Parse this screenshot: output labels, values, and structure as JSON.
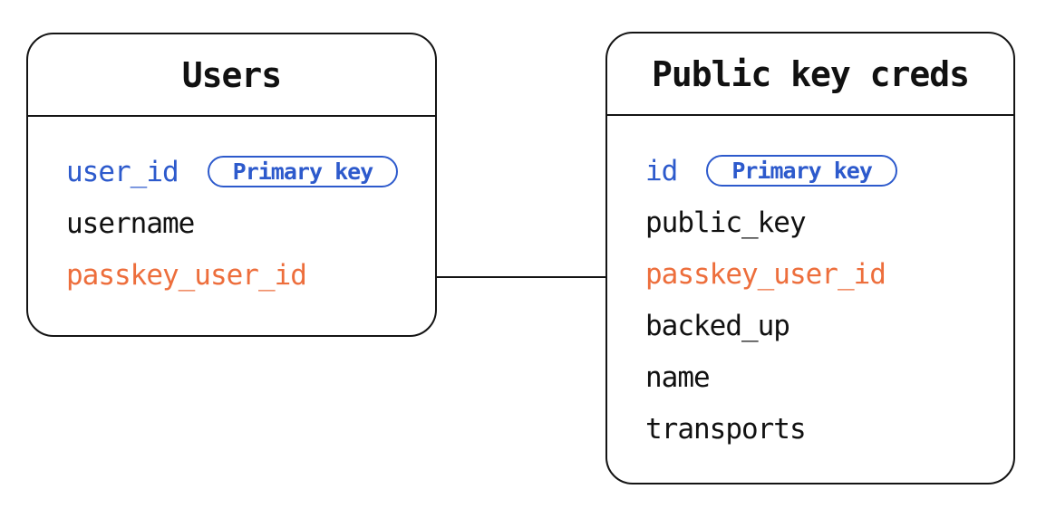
{
  "colors": {
    "blue": "#2d5acc",
    "orange": "#ed6e3c",
    "text": "#111111",
    "line": "#141414",
    "background": "#ffffff"
  },
  "tables": [
    {
      "name": "Users",
      "fields": [
        {
          "name": "user_id",
          "color": "blue",
          "badge": "Primary key"
        },
        {
          "name": "username",
          "color": "black"
        },
        {
          "name": "passkey_user_id",
          "color": "orange"
        }
      ]
    },
    {
      "name": "Public key creds",
      "fields": [
        {
          "name": "id",
          "color": "blue",
          "badge": "Primary key"
        },
        {
          "name": "public_key",
          "color": "black"
        },
        {
          "name": "passkey_user_id",
          "color": "orange"
        },
        {
          "name": "backed_up",
          "color": "black"
        },
        {
          "name": "name",
          "color": "black"
        },
        {
          "name": "transports",
          "color": "black"
        }
      ]
    }
  ],
  "relationship": {
    "from_table": "Users",
    "from_field": "passkey_user_id",
    "to_table": "Public key creds",
    "to_field": "passkey_user_id"
  }
}
